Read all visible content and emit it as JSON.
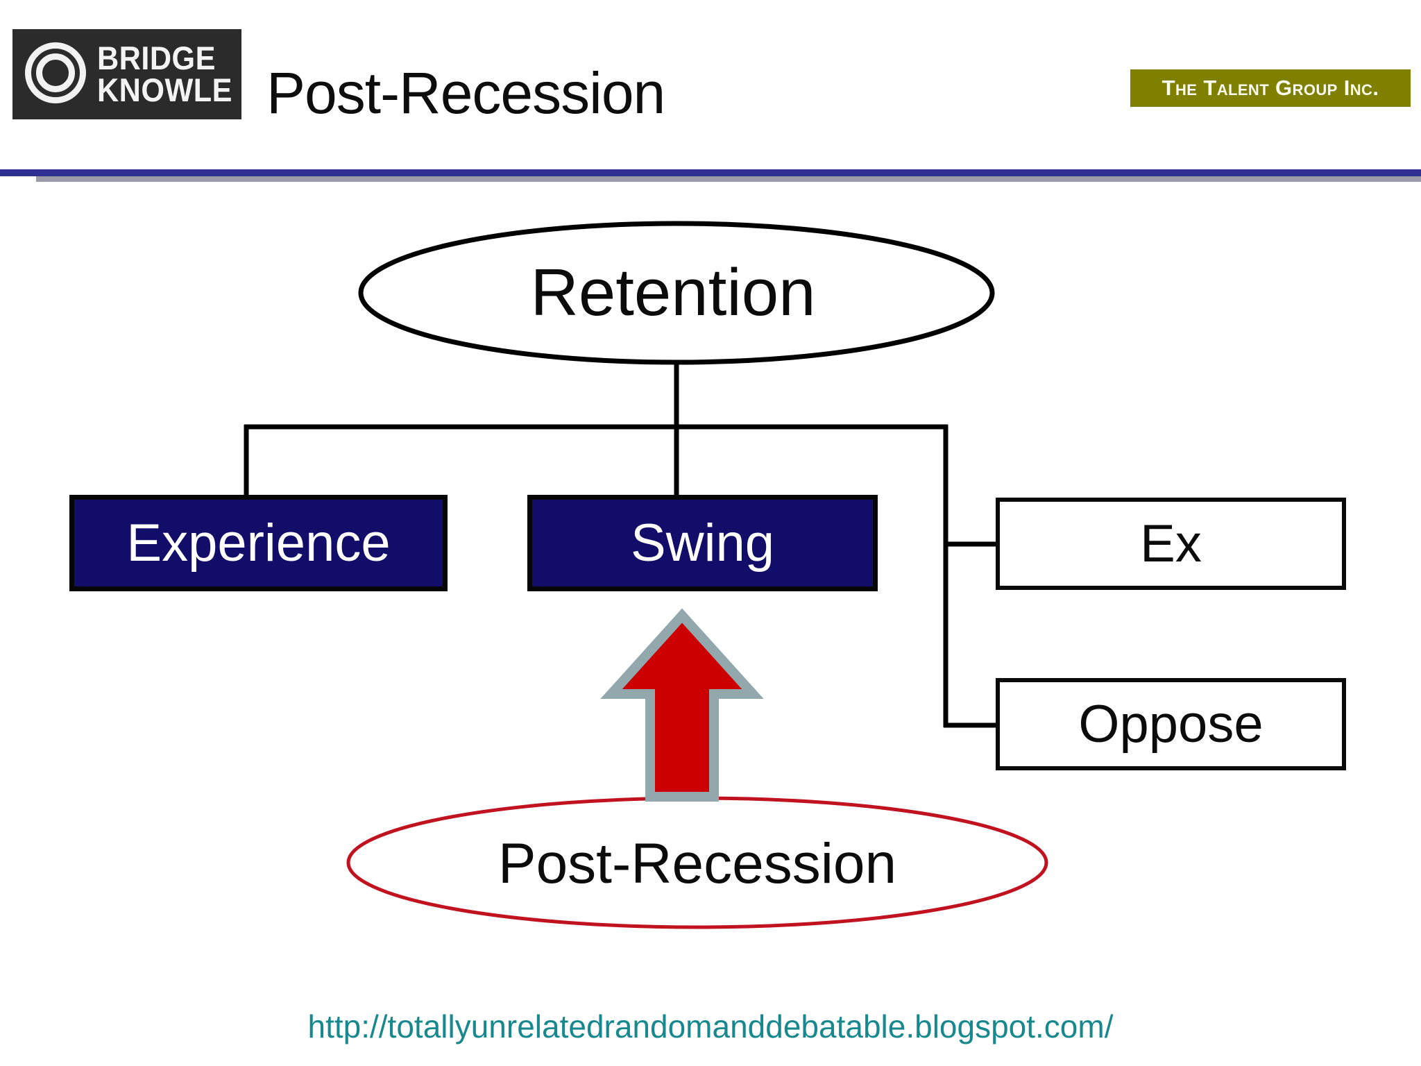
{
  "header": {
    "logo": {
      "icon": "double-ring-circle-icon",
      "line1": "BRIDGE",
      "line2": "KNOWLE"
    },
    "title": "Post-Recession",
    "badge": {
      "text": "The Talent Group Inc.",
      "background": "#7f8000",
      "text_color": "#fdfbf0"
    },
    "rule_color": "#2e3192",
    "rule_shadow_color": "#9a9aa8"
  },
  "diagram": {
    "type": "org-tree",
    "root": {
      "id": "retention",
      "shape": "ellipse",
      "label": "Retention",
      "fill": "#ffffff",
      "stroke": "#000000"
    },
    "children": [
      {
        "id": "experience",
        "shape": "rectangle",
        "label": "Experience",
        "fill": "#110d68",
        "stroke": "#060606",
        "text_color": "#ffffff"
      },
      {
        "id": "swing",
        "shape": "rectangle",
        "label": "Swing",
        "fill": "#110d68",
        "stroke": "#060606",
        "text_color": "#ffffff"
      },
      {
        "id": "ex",
        "shape": "rectangle",
        "label": "Ex",
        "fill": "#ffffff",
        "stroke": "#0a0a0a",
        "text_color": "#0b0b0b"
      },
      {
        "id": "oppose",
        "shape": "rectangle",
        "label": "Oppose",
        "fill": "#ffffff",
        "stroke": "#0a0a0a",
        "text_color": "#0b0b0b"
      }
    ],
    "callout": {
      "id": "post-recession",
      "shape": "ellipse",
      "label": "Post-Recession",
      "fill": "#ffffff",
      "stroke": "#c1121f",
      "text_color": "#0b0b0b"
    },
    "arrow": {
      "direction": "up",
      "from": "post-recession",
      "to": "swing",
      "fill": "#cc0000",
      "stroke": "#93a8ac"
    },
    "connector_color": "#000000"
  },
  "footer": {
    "url": "http://totallyunrelatedrandomanddebatable.blogspot.com/",
    "color": "#17898e"
  }
}
